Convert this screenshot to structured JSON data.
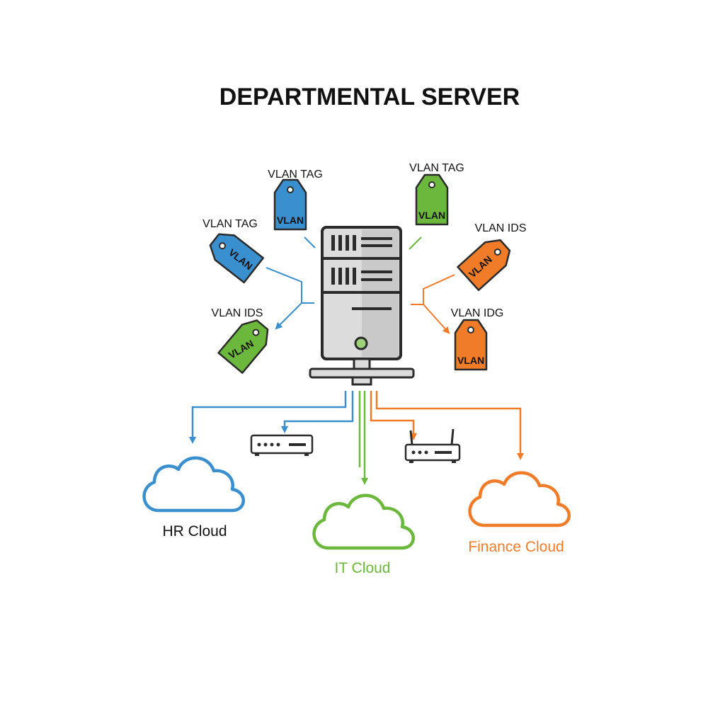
{
  "title": "DEPARTMENTAL SERVER",
  "colors": {
    "blue": "#3a8fcf",
    "green": "#6cb83c",
    "orange": "#f07c2a",
    "server_fill": "#dcdcdc",
    "outline": "#2b2b2b"
  },
  "tags": [
    {
      "label": "VLAN TAG",
      "tag_text": "VLAN",
      "color": "blue"
    },
    {
      "label": "VLAN TAG",
      "tag_text": "VLAN",
      "color": "green"
    },
    {
      "label": "VLAN TAG",
      "tag_text": "VLAN",
      "color": "blue"
    },
    {
      "label": "VLAN IDS",
      "tag_text": "VLAN",
      "color": "orange"
    },
    {
      "label": "VLAN IDS",
      "tag_text": "VLAN",
      "color": "green"
    },
    {
      "label": "VLAN IDG",
      "tag_text": "VLAN",
      "color": "orange"
    }
  ],
  "clouds": [
    {
      "label": "HR Cloud",
      "color": "blue"
    },
    {
      "label": "IT Cloud",
      "color": "green"
    },
    {
      "label": "Finance Cloud",
      "color": "orange"
    }
  ],
  "icons": {
    "server": "server-icon",
    "switch": "network-switch-icon",
    "router": "router-icon",
    "tag": "tag-icon",
    "cloud": "cloud-icon"
  }
}
